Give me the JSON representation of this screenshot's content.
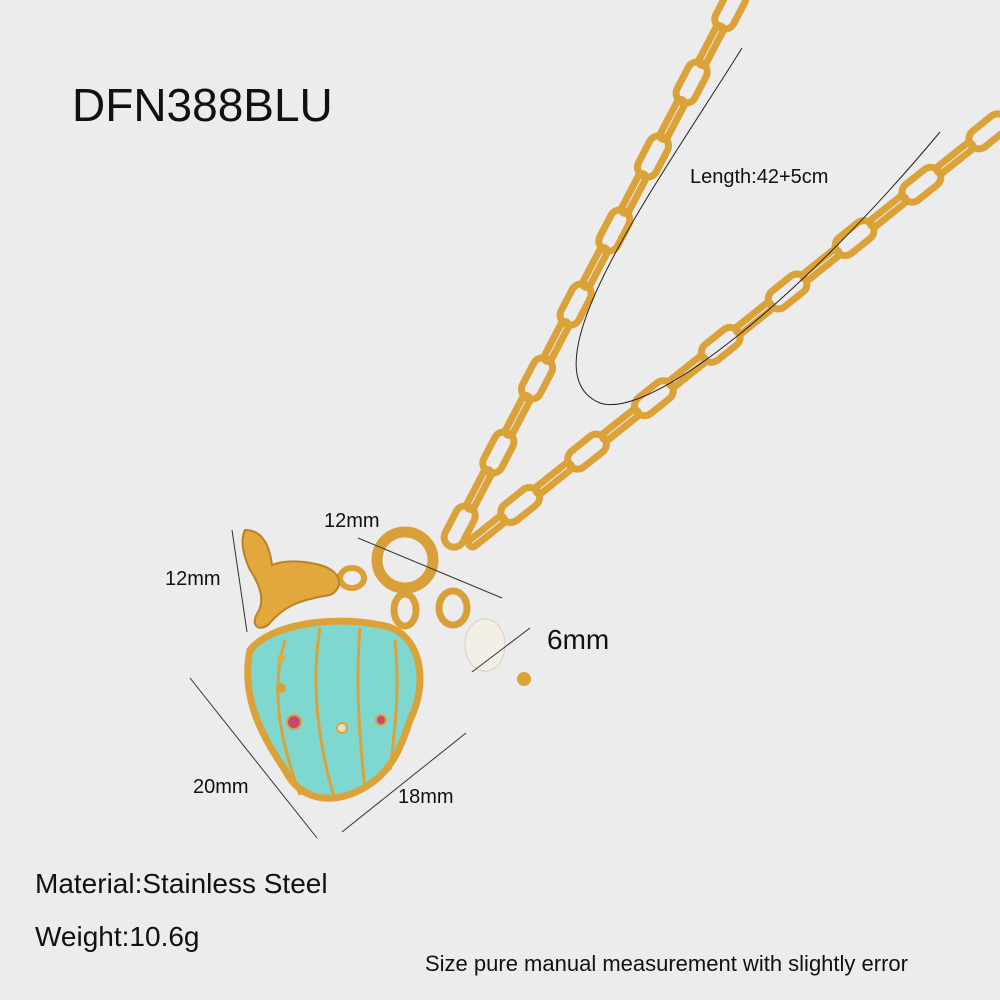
{
  "product_code": "DFN388BLU",
  "length_label": "Length:42+5cm",
  "dimensions": {
    "ring": "12mm",
    "hand_charm": "12mm",
    "pearl": "6mm",
    "shell_height": "20mm",
    "shell_width": "18mm"
  },
  "material": "Material:Stainless Steel",
  "weight": "Weight:10.6g",
  "note": "Size pure manual measurement with slightly error",
  "colors": {
    "gold": "#e0a93a",
    "enamel": "#7fd8cf",
    "background": "#ececec"
  }
}
